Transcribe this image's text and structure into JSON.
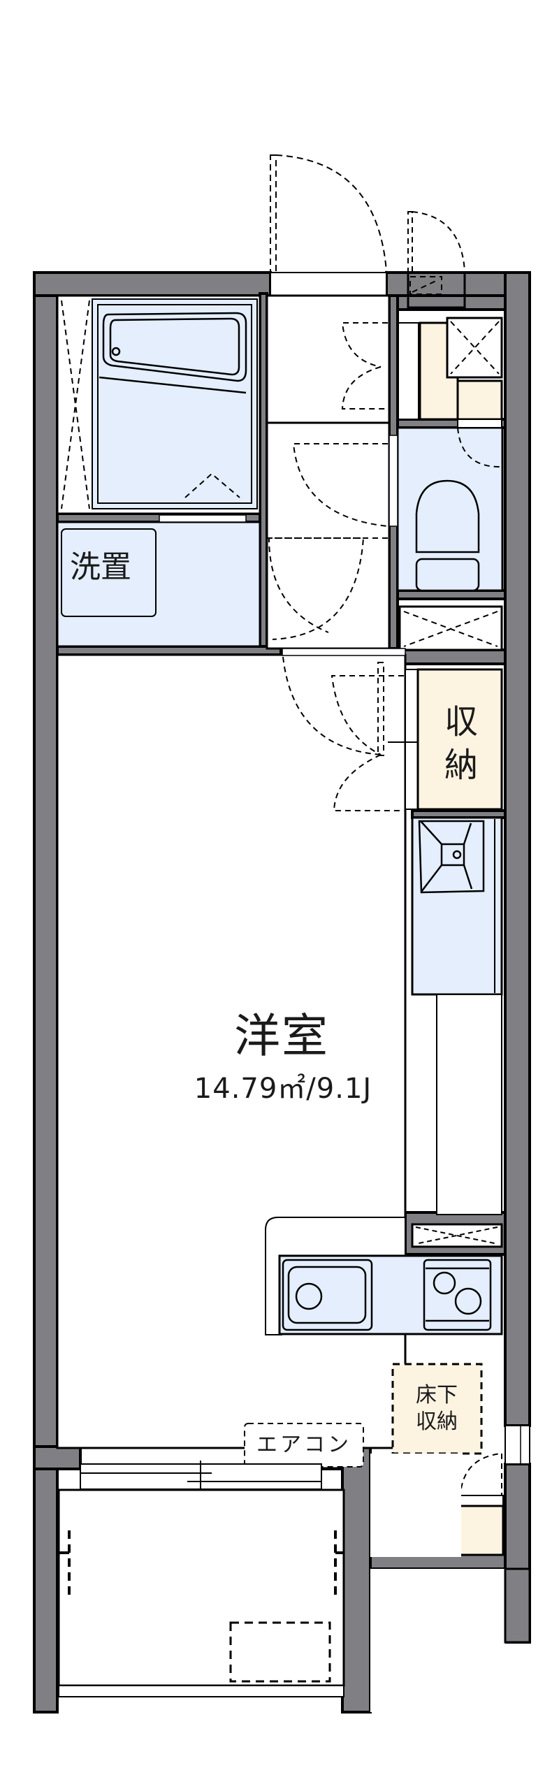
{
  "floorplan": {
    "colors": {
      "wall": "#808084",
      "wall_outline": "#000000",
      "wet_area": "#e4eefc",
      "storage": "#fdf3e1",
      "floor": "#ffffff"
    },
    "rooms": {
      "western_room": {
        "name": "洋室",
        "area": "14.79㎡/9.1J"
      },
      "laundry": {
        "name": "洗置"
      },
      "closet": {
        "name": "収納"
      },
      "underfloor_storage": {
        "name_line1": "床下",
        "name_line2": "収納"
      },
      "air_conditioner": {
        "name": "エアコン"
      }
    },
    "fixtures": [
      "bathtub",
      "toilet",
      "washbasin",
      "kitchen-sink",
      "two-burner-stove",
      "washing-machine-space"
    ],
    "icons": {
      "bathtub": "bathtub-icon",
      "toilet": "toilet-icon",
      "sink": "sink-icon",
      "stove": "stove-icon",
      "pipe_space": "x-box-icon",
      "door_swing": "door-swing-icon"
    }
  }
}
